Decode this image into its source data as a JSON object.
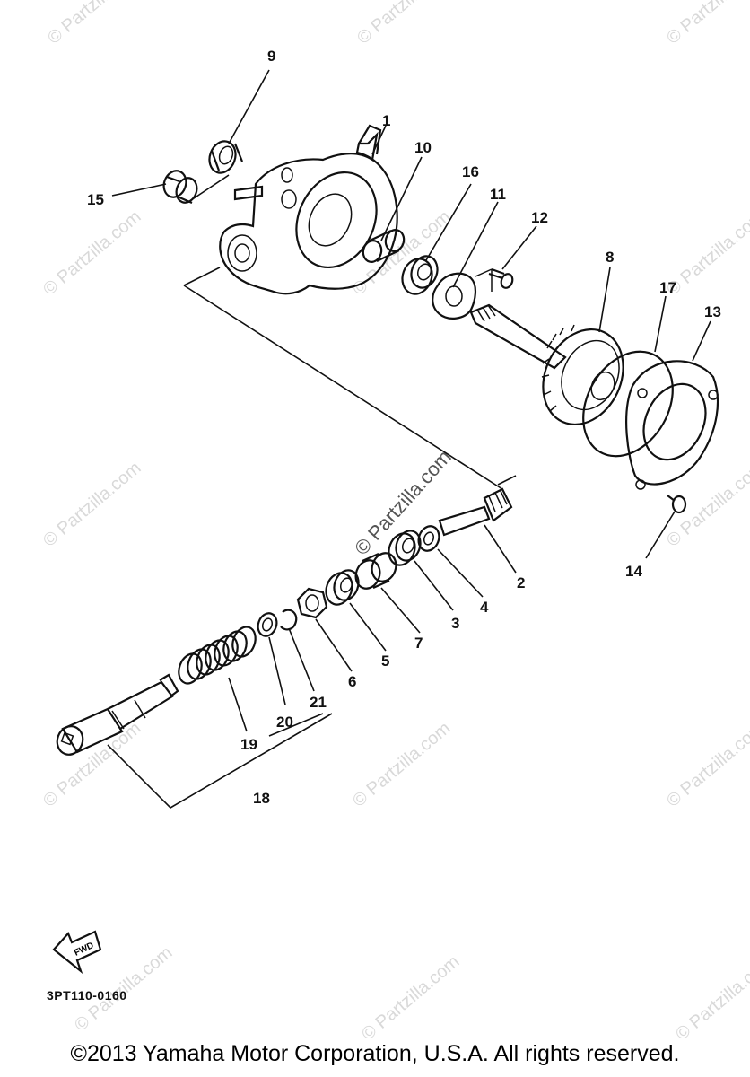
{
  "watermark": "© Partzilla.com",
  "callouts": {
    "c1": "1",
    "c2": "2",
    "c3": "3",
    "c4": "4",
    "c5": "5",
    "c6": "6",
    "c7": "7",
    "c8": "8",
    "c9": "9",
    "c10": "10",
    "c11": "11",
    "c12": "12",
    "c13": "13",
    "c14": "14",
    "c15": "15",
    "c16": "16",
    "c17": "17",
    "c18": "18",
    "c19": "19",
    "c20": "20",
    "c21": "21"
  },
  "fwd_label": "FWD",
  "drawing_code": "3PT110-0160",
  "copyright": "©2013 Yamaha Motor Corporation, U.S.A. All rights reserved."
}
